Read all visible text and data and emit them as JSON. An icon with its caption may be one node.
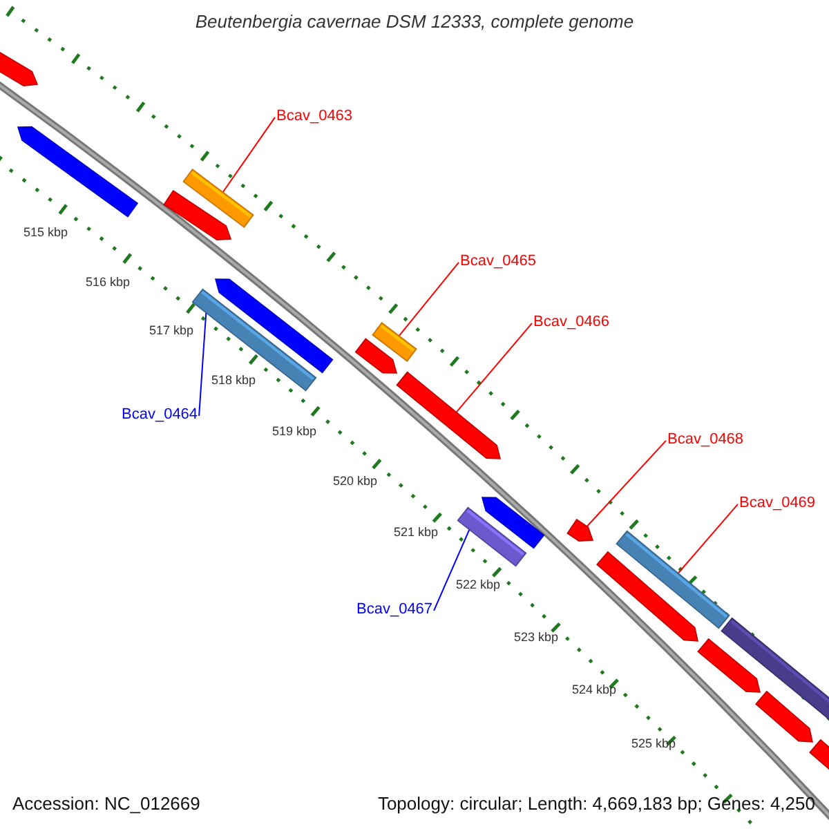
{
  "diagram": {
    "title": "Beutenbergia cavernae DSM 12333, complete genome",
    "nodes": [
      {
        "text": [
          "Bcav_0463"
        ]
      },
      {
        "text": [],
        "shape": "bar"
      },
      {
        "text": [
          "Bcav_0465"
        ]
      },
      {
        "text": [],
        "shape": "bar"
      },
      {
        "text": [
          "Bcav_0466"
        ]
      },
      {
        "text": [],
        "shape": "bar"
      },
      {
        "text": [],
        "shape": "arrow"
      },
      {
        "text": [
          "Bcav_0464"
        ]
      },
      {
        "text": [
          "Bcav_0468"
        ]
      },
      {
        "text": [
          "Bcav_0469"
        ]
      },
      {
        "text": [],
        "shape": "bar"
      },
      {
        "text": [],
        "shape": "arrow"
      },
      {
        "text": [],
        "shape": "bar"
      },
      {
        "text": [
          "Bcav_0467"
        ]
      }
    ],
    "edges": [
      {
        "from": 0,
        "to": 1,
        "arrow": "none"
      },
      {
        "from": 2,
        "to": 5,
        "arrow": "none"
      },
      {
        "from": 4,
        "to": 6,
        "arrow": "none"
      },
      {
        "from": 7,
        "to": 3,
        "arrow": "none",
        "color": "#0000ff"
      },
      {
        "from": 8,
        "to": 11,
        "arrow": "none"
      },
      {
        "from": 9,
        "to": 12,
        "arrow": "none"
      },
      {
        "from": 13,
        "to": 10,
        "arrow": "none",
        "color": "#0000ff"
      }
    ],
    "labels": [
      "515 kbp",
      "516 kbp",
      "517 kbp",
      "518 kbp",
      "519 kbp",
      "520 kbp",
      "521 kbp",
      "522 kbp",
      "523 kbp",
      "524 kbp",
      "525 kbp",
      "Accession: NC_012669",
      "Topology: circular; Length: 4,669,183 bp; Genes: 4,250"
    ]
  }
}
